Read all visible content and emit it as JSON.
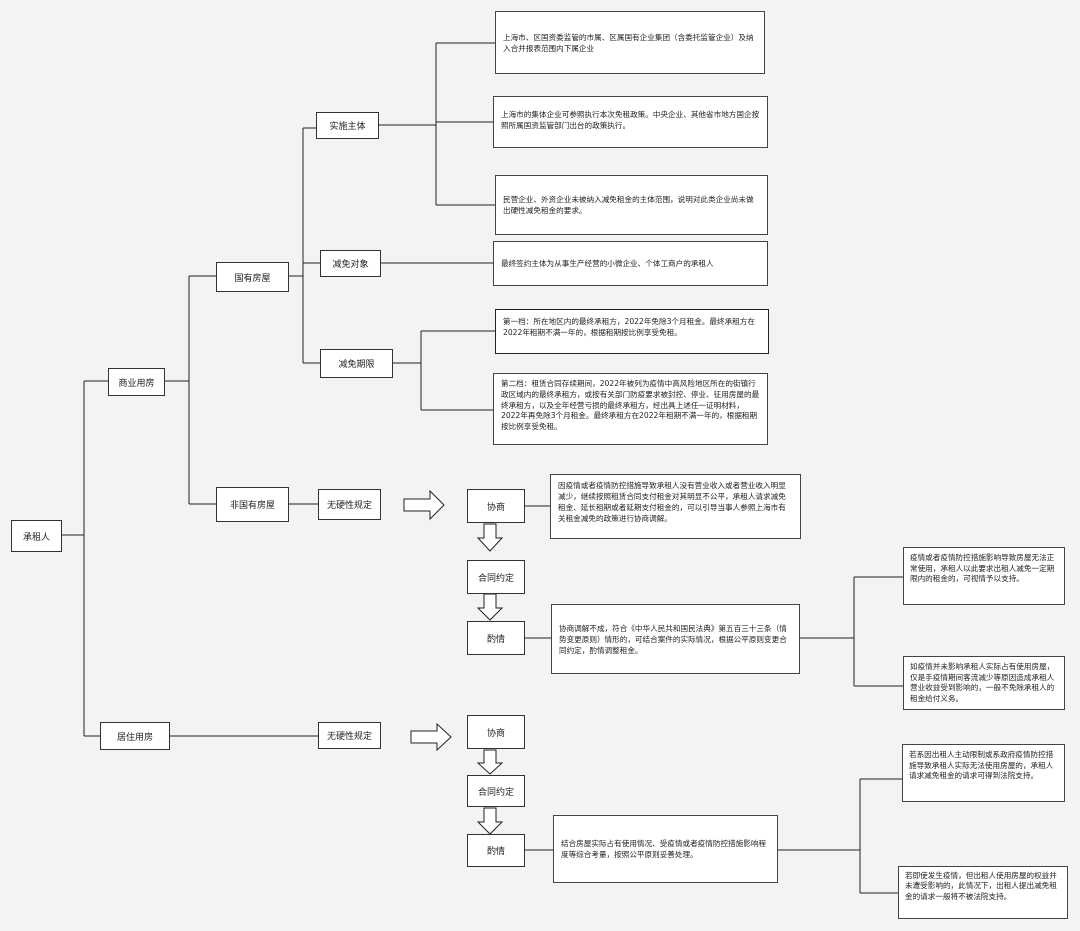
{
  "root": "承租人",
  "level1": {
    "commercial": "商业用房",
    "residential": "居住用房"
  },
  "level2": {
    "state_owned": "国有房屋",
    "non_state": "非国有房屋"
  },
  "level3": {
    "subject": "实施主体",
    "target": "减免对象",
    "period": "减免期限",
    "no_rule_1": "无硬性规定",
    "no_rule_2": "无硬性规定"
  },
  "steps": {
    "negotiate_1": "协商",
    "contract_1": "合同约定",
    "discretion_1": "酌情",
    "negotiate_2": "协商",
    "contract_2": "合同约定",
    "discretion_2": "酌情"
  },
  "texts": {
    "subject_1": "上海市、区国资委监管的市属、区属国有企业集团（含委托监管企业）及纳入合并报表范围内下属企业",
    "subject_2": "上海市的集体企业可参照执行本次免租政策。中央企业、其他省市地方国企按照所属国资监管部门出台的政策执行。",
    "subject_3": "民营企业、外资企业未被纳入减免租金的主体范围，说明对此类企业尚未做出硬性减免租金的要求。",
    "target_1": "最终签约主体为从事生产经营的小微企业、个体工商户的承租人",
    "period_1": "第一档：所在地区内的最终承租方，2022年免除3个月租金。最终承租方在2022年租期不满一年的，根据租期按比例享受免租。",
    "period_2": "第二档：租赁合同存续期间，2022年被列为疫情中高风险地区所在的街镇行政区域内的最终承租方，或按有关部门防疫要求被封控、停业、征用房屋的最终承租方，以及全年经营亏损的最终承租方，经出具上述任一证明材料，2022年再免除3个月租金。最终承租方在2022年租期不满一年的，根据租期按比例享受免租。",
    "negotiate_text": "因疫情或者疫情防控措施导致承租人没有营业收入或者营业收入明显减少，继续按照租赁合同支付租金对其明显不公平，承租人请求减免租金、延长租期或者延期支付租金的，可以引导当事人参照上海市有关租金减免的政策进行协商调解。",
    "discretion_text_1": "协商调解不成，符合《中华人民共和国民法典》第五百三十三条（情势变更原则）情形的，可结合案件的实际情况，根据公平原则变更合同约定，酌情调整租金。",
    "right_1": "疫情或者疫情防控措施影响导致房屋无法正常使用，承租人以此要求出租人减免一定期限内的租金的，可视情予以支持。",
    "right_2": "如疫情并未影响承租人实际占有使用房屋，仅是手疫情期间客流减少等原因造成承租人营业收益受到影响的，一般不免除承租人的租金给付义务。",
    "discretion_text_2": "结合房屋实际占有使用情况、受疫情或者疫情防控措施影响程度等综合考量，按照公平原则妥善处理。",
    "right_3": "若系因出租人主动限制或系政府疫情防控措施导致承租人实际无法使用房屋的，承租人请求减免租金的请求可得到法院支持。",
    "right_4": "若即使发生疫情，但出租人使用房屋的权益并未遭受影响的，此情况下，出租人提出减免租金的请求一般将不被法院支持。"
  },
  "colors": {
    "background": "#f3f3f3",
    "line": "#222222",
    "box": "#ffffff"
  },
  "icons": {
    "hollow_right_arrow": "block-arrow-right",
    "hollow_down_arrow": "block-arrow-down"
  }
}
